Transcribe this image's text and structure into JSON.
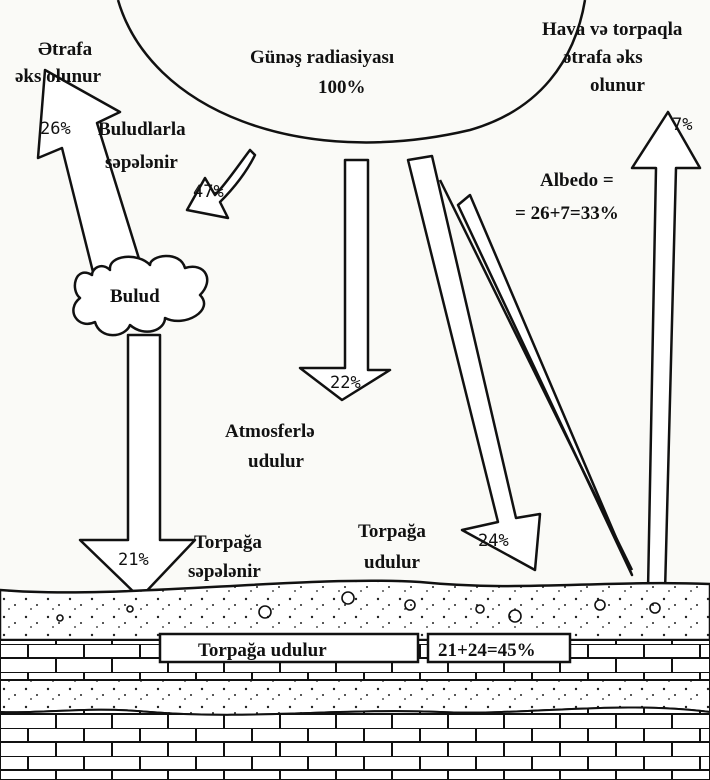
{
  "labels": {
    "reflect_space": [
      "Ətrafa",
      "əks olunur"
    ],
    "solar": [
      "Günəş radiasiyası",
      "100%"
    ],
    "air_ground": [
      "Hava və torpaqla",
      "ətrafa əks",
      "olunur"
    ],
    "cloud_scatter": [
      "Buludlarla",
      "səpələnir"
    ],
    "albedo": [
      "Albedo =",
      "= 26+7=33%"
    ],
    "cloud": "Bulud",
    "atmos": [
      "Atmosferlə",
      "udulur"
    ],
    "ground_scatter": [
      "Torpağa",
      "səpələnir"
    ],
    "ground_absorb": [
      "Torpağa",
      "udulur"
    ],
    "box_absorb": "Torpağa udulur",
    "box_total": "21+24=45%"
  },
  "percents": {
    "reflect": "26%",
    "cloud_scatter": "47%",
    "atmos": "22%",
    "to_ground_cloud": "21%",
    "to_ground_direct": "24%",
    "up_ground": "7%"
  }
}
